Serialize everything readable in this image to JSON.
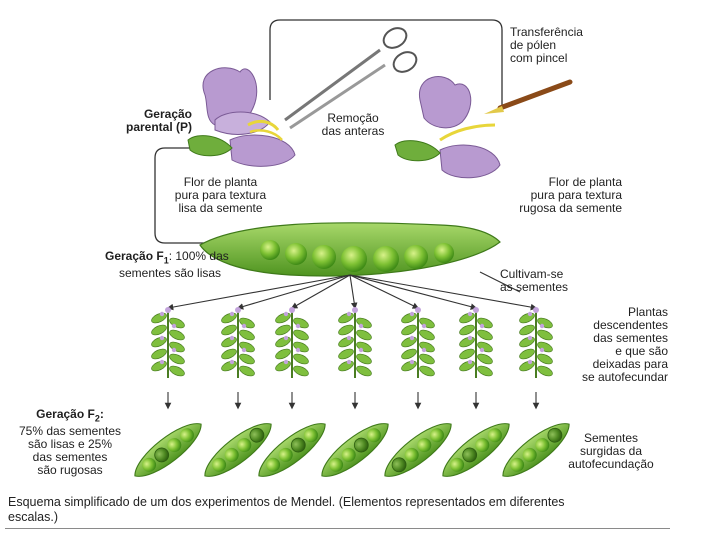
{
  "labels": {
    "transfer": [
      "Transferência",
      "de pólen",
      "com pincel"
    ],
    "parental": [
      "Geração",
      "parental (P)"
    ],
    "removal": [
      "Remoção",
      "das anteras"
    ],
    "smooth_flower": [
      "Flor de planta",
      "pura para textura",
      "lisa da semente"
    ],
    "wrinkled_flower": [
      "Flor de planta",
      "pura para textura",
      "rugosa da semente"
    ],
    "f1_name": "Geração F",
    "f1_sub": "1",
    "f1_line1_rest": ": 100% das",
    "f1_line2": "sementes são lisas",
    "cultivate": [
      "Cultivam-se",
      "as sementes"
    ],
    "descendants": [
      "Plantas",
      "descendentes",
      "das sementes",
      "e que são",
      "deixadas para",
      "se autofecundar"
    ],
    "f2_name": "Geração F",
    "f2_sub": "2",
    "f2_colon": ":",
    "f2_lines": [
      "75% das sementes",
      "são lisas e 25%",
      "das sementes",
      "são rugosas"
    ],
    "seeds": [
      "Sementes",
      "surgidas da",
      "autofecundação"
    ],
    "caption": [
      "Esquema simplificado de um dos experimentos de Mendel. (Elementos representados em diferentes",
      "escalas.)"
    ]
  },
  "colors": {
    "petal": "#b89ad0",
    "petal_dark": "#8e6aad",
    "pea_green": "#4c9a1c",
    "pea_light": "#9fd45a",
    "leaf": "#6fae3c",
    "wrinkled": "#3f7a1a",
    "line": "#333333"
  },
  "icons": [
    "scissors-icon",
    "brush-icon",
    "flower-icon",
    "pea-pod-icon",
    "plant-icon",
    "arrow-icon"
  ]
}
